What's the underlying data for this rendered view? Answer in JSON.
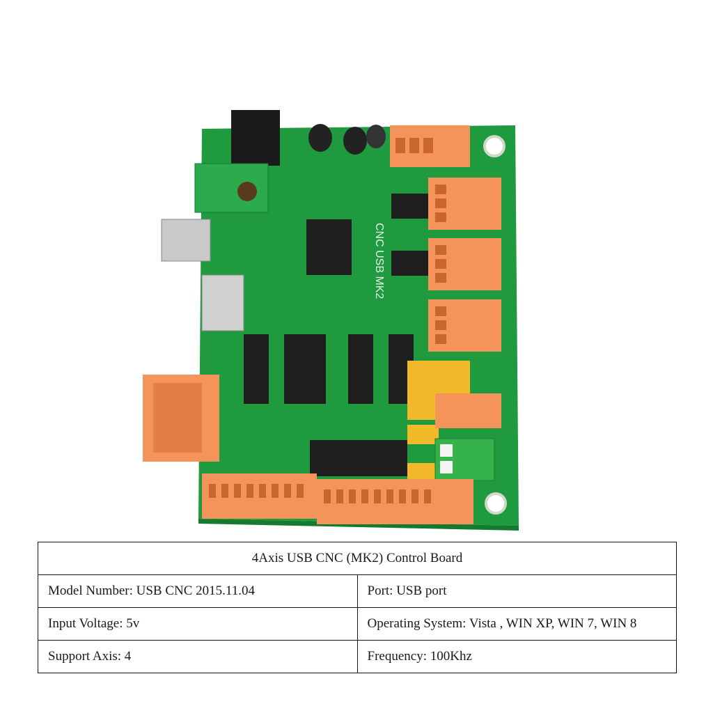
{
  "product": {
    "image_name": "cnc-control-board-photo",
    "board_silk_label": "CNC USB MK2",
    "colors": {
      "pcb": "#1f9a3f",
      "pcb_dark": "#137a2e",
      "terminal_orange": "#f4935a",
      "terminal_green": "#35b24a",
      "chip": "#1e1e1e",
      "connector_metal": "#c9c9c9"
    }
  },
  "spec_table": {
    "title": "4Axis USB CNC (MK2) Control Board",
    "rows": [
      {
        "left": "Model Number: USB CNC 2015.11.04",
        "right": "Port: USB port"
      },
      {
        "left": "Input Voltage: 5v",
        "right": "Operating System: Vista , WIN XP, WIN 7, WIN 8"
      },
      {
        "left": "Support Axis: 4",
        "right": "Frequency: 100Khz"
      }
    ]
  }
}
